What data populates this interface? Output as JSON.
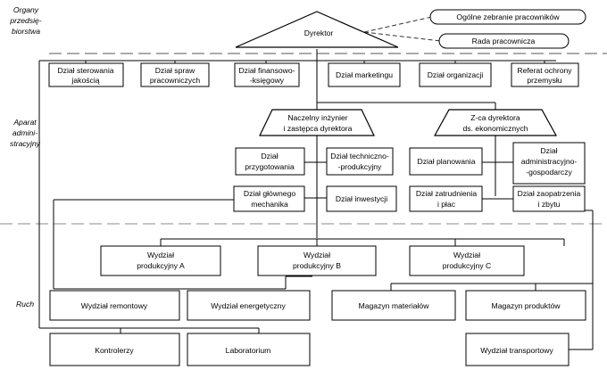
{
  "sections": [
    [
      "Organy",
      "przedsię-",
      "biorstwa"
    ],
    [
      "Aparat",
      "admini-",
      "stracyjny"
    ],
    [
      "Ruch"
    ]
  ],
  "top": {
    "director": "Dyrektor",
    "general_meeting": "Ogólne zebranie pracowników",
    "workers_council": "Rada pracownicza"
  },
  "staff_units": [
    [
      "Dział sterowania",
      "jakością"
    ],
    [
      "Dział spraw",
      "pracowniczych"
    ],
    [
      "Dział finansowo-",
      "-księgowy"
    ],
    [
      "Dział marketingu"
    ],
    [
      "Dział organizacji"
    ],
    [
      "Referat ochrony",
      "przemysłu"
    ]
  ],
  "deputies": {
    "chief_engineer": [
      "Naczelny inżynier",
      "i zastępca dyrektora"
    ],
    "economic_deputy": [
      "Z-ca dyrektora",
      "ds. ekonomicznych"
    ]
  },
  "engineer_units": {
    "preparation": [
      "Dział",
      "przygotowania"
    ],
    "technical": [
      "Dział techniczno-",
      "-produkcyjny"
    ],
    "mechanic": [
      "Dział głównego",
      "mechanika"
    ],
    "investment": [
      "Dział inwestycji"
    ]
  },
  "economic_units": {
    "planning": [
      "Dział planowania"
    ],
    "admin": [
      "Dział",
      "administracyjno-",
      "-gospodarczy"
    ],
    "employment": [
      "Dział zatrudnienia",
      "i płac"
    ],
    "supply": [
      "Dział zaopatrzenia",
      "i zbytu"
    ]
  },
  "production": [
    [
      "Wydział",
      "produkcyjny A"
    ],
    [
      "Wydział",
      "produkcyjny B"
    ],
    [
      "Wydział",
      "produkcyjny C"
    ]
  ],
  "support": {
    "repair": "Wydział remontowy",
    "energy": "Wydział energetyczny",
    "materials": "Magazyn materiałów",
    "products": "Magazyn produktów",
    "controllers": "Kontrolerzy",
    "laboratory": "Laboratorium",
    "transport": "Wydział transportowy"
  }
}
